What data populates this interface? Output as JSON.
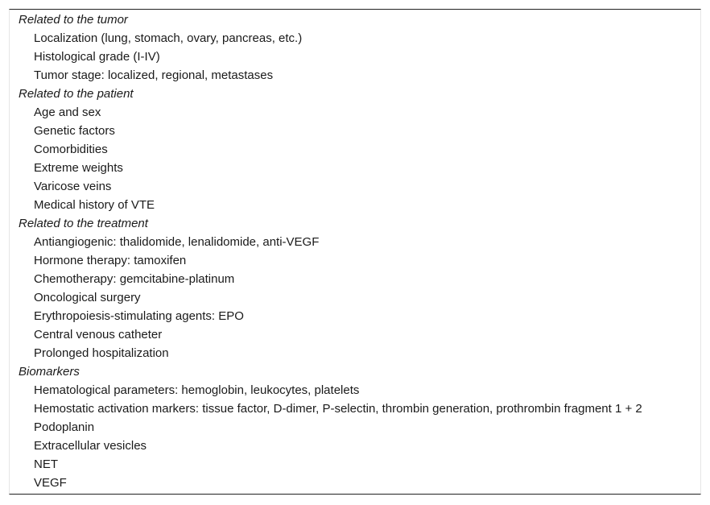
{
  "sections": [
    {
      "heading": "Related to the tumor",
      "items": [
        "Localization (lung, stomach, ovary, pancreas, etc.)",
        "Histological grade (I-IV)",
        "Tumor stage: localized, regional, metastases"
      ]
    },
    {
      "heading": "Related to the patient",
      "items": [
        "Age and sex",
        "Genetic factors",
        "Comorbidities",
        "Extreme weights",
        "Varicose veins",
        "Medical history of VTE"
      ]
    },
    {
      "heading": "Related to the treatment",
      "items": [
        "Antiangiogenic: thalidomide, lenalidomide, anti-VEGF",
        "Hormone therapy: tamoxifen",
        "Chemotherapy: gemcitabine-platinum",
        "Oncological surgery",
        "Erythropoiesis-stimulating agents: EPO",
        "Central venous catheter",
        "Prolonged hospitalization"
      ]
    },
    {
      "heading": "Biomarkers",
      "items": [
        "Hematological parameters: hemoglobin, leukocytes, platelets",
        "Hemostatic activation markers: tissue factor, D-dimer, P-selectin, thrombin generation, prothrombin fragment 1 + 2",
        "Podoplanin",
        "Extracellular vesicles",
        "NET",
        "VEGF"
      ]
    }
  ]
}
